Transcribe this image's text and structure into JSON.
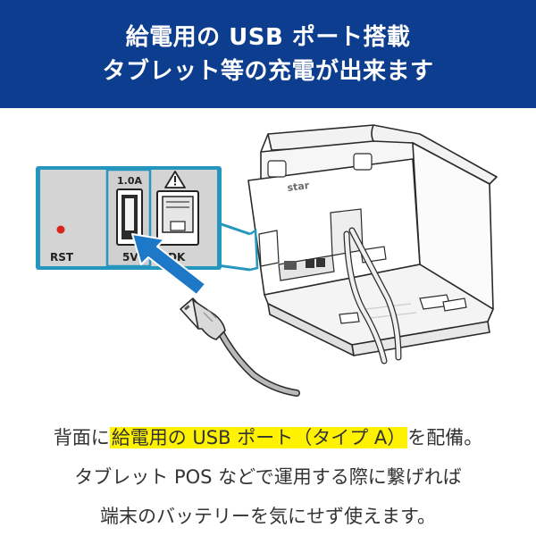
{
  "header": {
    "line1": "給電用の USB ポート搭載",
    "line2": "タブレット等の充電が出来ます"
  },
  "panel": {
    "rst_label": "RST",
    "usb_rating": "1.0A",
    "usb_voltage": "5V",
    "dk_label": "DK",
    "warning_icon": "warning-triangle-icon"
  },
  "printer": {
    "brand_logo": "star",
    "arrow_icon": "blue-arrow-icon"
  },
  "caption": {
    "line1_pre": "背面に",
    "line1_highlight": "給電用の USB ポート（タイプ A）",
    "line1_post": "を配備。",
    "line2": "タブレット POS などで運用する際に繋げれば",
    "line3": "端末のバッテリーを気にせず使えます。"
  },
  "colors": {
    "header_bg": "#0d3d8e",
    "highlight": "#fff200",
    "callout_border": "#2596be",
    "arrow": "#1d78c8",
    "rst_dot": "#d9241c"
  }
}
